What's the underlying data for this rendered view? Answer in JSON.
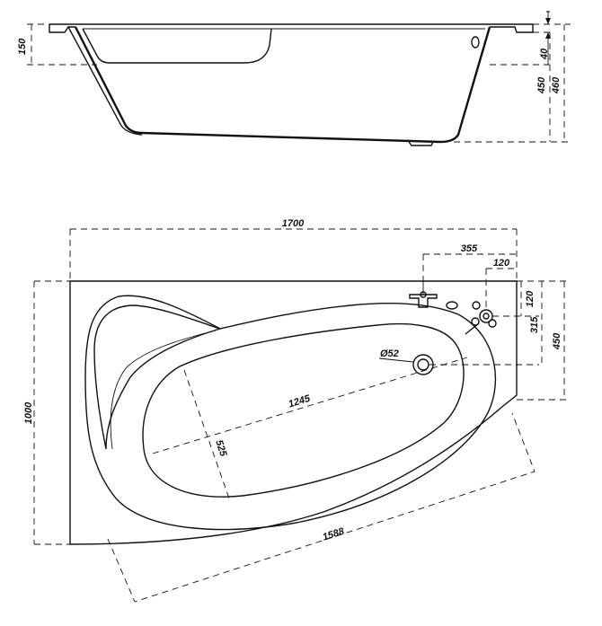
{
  "colors": {
    "line": "#111111",
    "background": "#ffffff"
  },
  "side_view": {
    "dim_rim_height": "150",
    "dim_rim_thickness": "40",
    "dim_depth": "450",
    "dim_total_height": "460"
  },
  "top_view": {
    "dim_total_length": "1700",
    "dim_tap_offset": "355",
    "dim_tap_offset_small": "120",
    "dim_tap_vertical_small": "120",
    "dim_drain_vertical": "315",
    "dim_right_edge_height": "450",
    "dim_total_width": "1000",
    "dim_drain_diameter": "Ø52",
    "dim_inner_length": "1245",
    "dim_inner_width": "525",
    "dim_diagonal_length": "1588"
  }
}
